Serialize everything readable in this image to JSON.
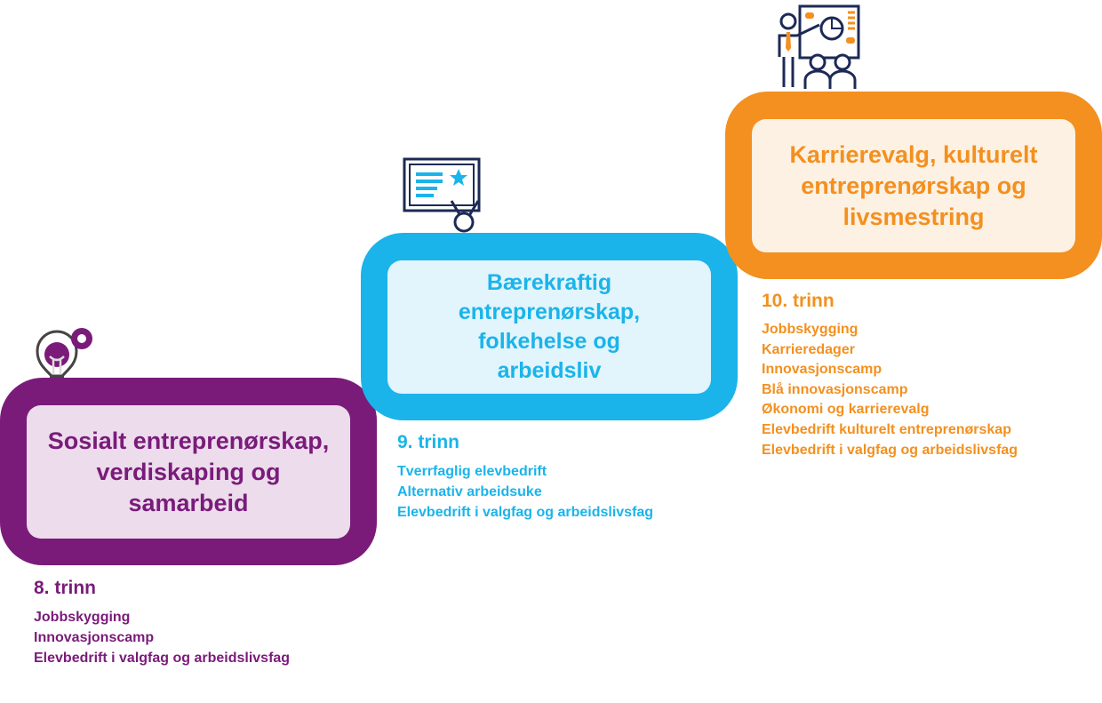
{
  "steps": [
    {
      "title": "Sosialt entreprenørskap,\nverdiskaping og\nsamarbeid",
      "grade": "8. trinn",
      "items": [
        "Jobbskygging",
        "Innovasjonscamp",
        "Elevbedrift i valgfag og arbeidslivsfag"
      ],
      "icon": "lightbulb-gear-icon",
      "color": "#7a1b7a"
    },
    {
      "title": "Bærekraftig\nentreprenørskap,\nfolkehelse og\narbeidsliv",
      "grade": "9. trinn",
      "items": [
        "Tverrfaglig elevbedrift",
        "Alternativ arbeidsuke",
        "Elevbedrift i valgfag og arbeidslivsfag"
      ],
      "icon": "certificate-icon",
      "color": "#1ab4ea"
    },
    {
      "title": "Karrierevalg, kulturelt\nentreprenørskap og\nlivsmestring",
      "grade": "10. trinn",
      "items": [
        "Jobbskygging",
        "Karrieredager",
        "Innovasjonscamp",
        "Blå innovasjonscamp",
        "Økonomi og karrierevalg",
        "Elevbedrift kulturelt entreprenørskap",
        "Elevbedrift i valgfag og arbeidslivsfag"
      ],
      "icon": "presentation-icon",
      "color": "#f3901f"
    }
  ]
}
